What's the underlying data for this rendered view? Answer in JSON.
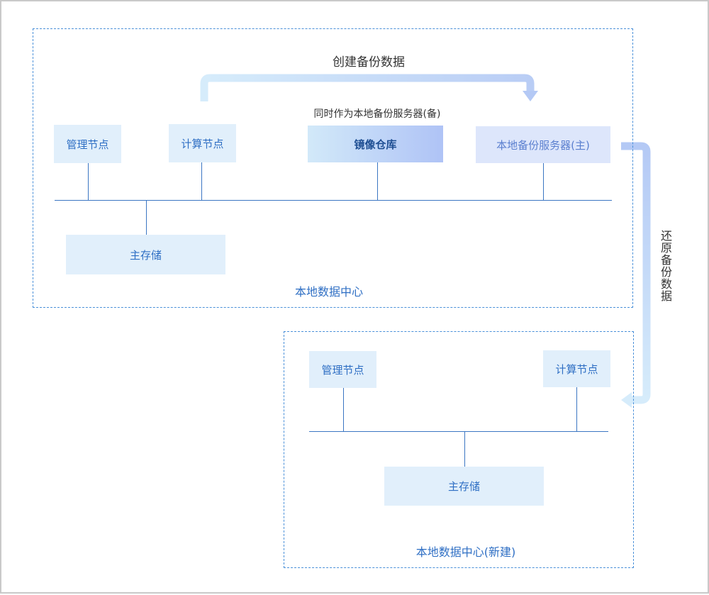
{
  "local_dc": {
    "title": "本地数据中心",
    "nodes": {
      "management": "管理节点",
      "compute": "计算节点",
      "mirror_repo": "镜像仓库",
      "backup_server_primary": "本地备份服务器(主)",
      "main_storage": "主存储"
    },
    "mirror_note": "同时作为本地备份服务器(备)"
  },
  "new_dc": {
    "title": "本地数据中心(新建)",
    "nodes": {
      "management": "管理节点",
      "compute": "计算节点",
      "main_storage": "主存储"
    }
  },
  "flows": {
    "create_backup": "创建备份数据",
    "restore_backup": "还原备份数据"
  },
  "colors": {
    "node_fill": "#e1effb",
    "node_text": "#2f6fc4",
    "line": "#3b76c3",
    "dashed_border": "#4a90d9",
    "arrow_light": "#d6ecfb",
    "arrow_dark": "#b4c9f5"
  }
}
